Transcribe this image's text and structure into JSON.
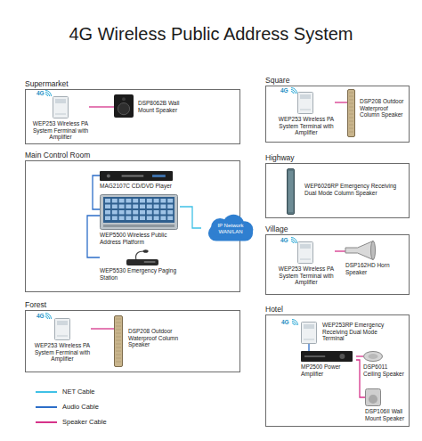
{
  "diagram": {
    "title": "4G Wireless Public Address System",
    "nodes": [
      {
        "text": [
          "Supermarket"
        ]
      },
      {
        "text": [
          "WEP253 Wireless PA System Ferminal with Amplifier"
        ],
        "in": 0
      },
      {
        "text": [
          "DSP8062B Wall Mount Speaker"
        ],
        "in": 0
      },
      {
        "text": [
          "Square"
        ]
      },
      {
        "text": [
          "WEP253 Wireless PA System Terminal with Amplifier"
        ],
        "in": 3
      },
      {
        "text": [
          "DSP208 Outdoor Waterproof Column Speaker"
        ],
        "in": 3
      },
      {
        "text": [
          "Main Control Room"
        ]
      },
      {
        "text": [
          "MAG2107C CD/DVD Player"
        ],
        "in": 6
      },
      {
        "text": [
          "WEP5500 Wireless Public Address Platform"
        ],
        "in": 6
      },
      {
        "text": [
          "WEP5530 Emergency Paging Station"
        ],
        "in": 6
      },
      {
        "text": [
          "IP Network WAN/LAN"
        ]
      },
      {
        "text": [
          "Highway"
        ]
      },
      {
        "text": [
          "WEP6026RP Emergency Receiving Dual Mode Column Speaker"
        ],
        "in": 11
      },
      {
        "text": [
          "Village"
        ]
      },
      {
        "text": [
          "WEP253 Wireless PA System Terminal with Amplifier"
        ],
        "in": 13
      },
      {
        "text": [
          "DSP162HD Horn Speaker"
        ],
        "in": 13
      },
      {
        "text": [
          "Forest"
        ]
      },
      {
        "text": [
          "WEP253 Wireless PA System Ferminal with Amplifier"
        ],
        "in": 16
      },
      {
        "text": [
          "DSP208 Outdoor Waterproof Column Speaker"
        ],
        "in": 16
      },
      {
        "text": [
          "Hotel"
        ]
      },
      {
        "text": [
          "WEP253RP Emergency Receiving Dual Mode Terminal"
        ],
        "in": 19
      },
      {
        "text": [
          "MP2500 Power Amplifier"
        ],
        "in": 19
      },
      {
        "text": [
          "DSP6011 Ceiling Speaker"
        ],
        "in": 19
      },
      {
        "text": [
          "DSP106II Wall Mount Speaker"
        ],
        "in": 19
      }
    ],
    "edges": [
      {
        "from": 1,
        "to": 2,
        "arrow": "none"
      },
      {
        "from": 4,
        "to": 5,
        "arrow": "none"
      },
      {
        "from": 7,
        "to": 8,
        "arrow": "none"
      },
      {
        "from": 9,
        "to": 8,
        "arrow": "none"
      },
      {
        "from": 8,
        "to": 10,
        "arrow": "none"
      },
      {
        "from": 14,
        "to": 15,
        "arrow": "none"
      },
      {
        "from": 17,
        "to": 18,
        "arrow": "none"
      },
      {
        "from": 20,
        "to": 21,
        "arrow": "none"
      },
      {
        "from": 21,
        "to": 22,
        "arrow": "none"
      },
      {
        "from": 21,
        "to": 23,
        "arrow": "none"
      }
    ],
    "labels": [
      "4G",
      "4G",
      "4G",
      "4G",
      "4G"
    ],
    "legend": [
      {
        "text": "NET Cable",
        "color": "#3fc1e6"
      },
      {
        "text": "Audio Cable",
        "color": "#2d6ec8"
      },
      {
        "text": "Speaker Cable",
        "color": "#d6338a"
      }
    ]
  }
}
